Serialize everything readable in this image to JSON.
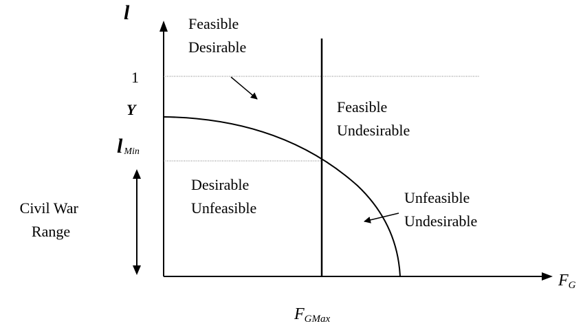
{
  "diagram": {
    "y_axis": {
      "symbol": "l"
    },
    "x_axis": {
      "symbol": "F",
      "subscript": "G"
    },
    "ticks": {
      "one": "1",
      "y": "Y",
      "l_min_symbol": "l",
      "l_min_subscript": "Min"
    },
    "vertical_line": {
      "symbol": "F",
      "subscript": "GMax"
    },
    "regions": {
      "feasible_desirable": [
        "Feasible",
        "Desirable"
      ],
      "feasible_undesirable": [
        "Feasible",
        "Undesirable"
      ],
      "desirable_unfeasible": [
        "Desirable",
        "Unfeasible"
      ],
      "unfeasible_undesirable": [
        "Unfeasible",
        "Undesirable"
      ]
    },
    "range_label": [
      "Civil War",
      "Range"
    ]
  }
}
